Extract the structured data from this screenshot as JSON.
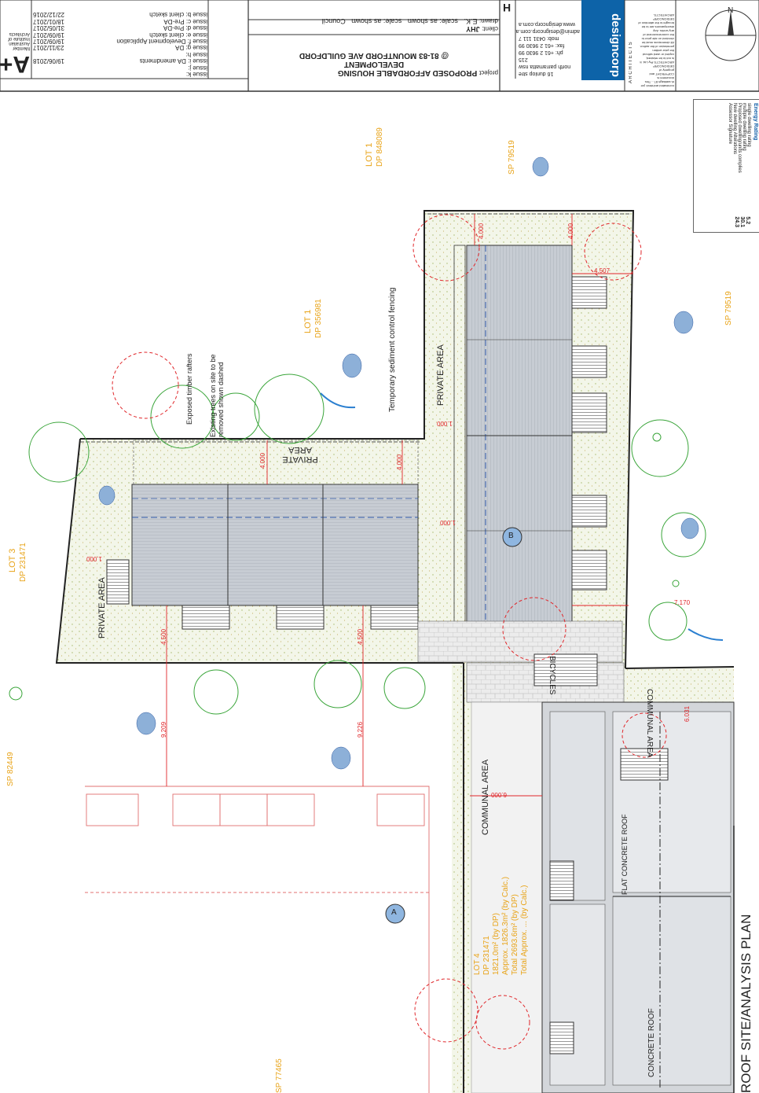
{
  "titleblock": {
    "issues": [
      {
        "code": "issue k:",
        "text": "",
        "date": ""
      },
      {
        "code": "issue j:",
        "text": "",
        "date": ""
      },
      {
        "code": "issue i:",
        "text": "DA amendments",
        "date": "19/06/2018"
      },
      {
        "code": "issue h:",
        "text": "",
        "date": ""
      },
      {
        "code": "issue g:",
        "text": "DA",
        "date": "23/11/2017"
      },
      {
        "code": "issue f:",
        "text": "Development Application",
        "date": "19/09/2017"
      },
      {
        "code": "issue e:",
        "text": "client sketch",
        "date": "19/09/2017"
      },
      {
        "code": "issue d:",
        "text": "Pre-DA",
        "date": "31/05/2017"
      },
      {
        "code": "issue c:",
        "text": "Pre-DA",
        "date": "18/01/2017"
      },
      {
        "code": "issue b:",
        "text": "client sketch",
        "date": "22/12/2016"
      }
    ],
    "project_label": "project",
    "project_line1": "PROPOSED AFFORDABLE HOUSING",
    "project_line2": "DEVELOPMENT",
    "project_line3": "@ 81-83 MOUNTFORD AVE GUILDFORD",
    "client_label": "client:",
    "client": "JHY",
    "drawn_label": "drawn:",
    "drawn": "E.K.",
    "scale_label": "scale:",
    "scale": "as shown",
    "council": "Council",
    "drawing_code": "H",
    "firm_address": [
      "16 dunlop stre",
      "north parramatta nsw 215",
      "ph: +61 2 9630 99",
      "fax: +61 2 9630 99",
      "mob: 0431 111 7",
      "admin@designcorp.com.a",
      "www.designcorp.com.a"
    ],
    "firm_name": "designcorp",
    "firm_sub": "A R C H I T E C T S",
    "copyright": "nominated architect: joe el-sabbagh 87... This document is COPYRIGHT and property of DESIGNCORP ARCHITECTS Pty Ltd. It is not to be retained, copied or used without the prior written permission of the author. All dimensions must be checked on site prior to the commencement of any works. Any discrepancies are to be brought to the attention of DESIGNCORP ARCHITECTS.",
    "aia_logo": "A+",
    "aia_text": [
      "Member",
      "Australian",
      "Institute of",
      "Architects"
    ]
  },
  "energy": {
    "title": "Energy Rating",
    "rows": [
      "single dwelling rating",
      "multiple dwelling rating",
      "Proposed dwelling/units complies",
      "New dwelling",
      "Alterations",
      "Assessor",
      "Signature"
    ],
    "vals": [
      "5.2",
      "30.1",
      "24.3"
    ]
  },
  "labels": {
    "lot1_top": "LOT 1",
    "dp_top": "DP 848089",
    "sp79519_top": "SP 79519",
    "sp79519_right": "SP 79519",
    "lot1_mid": "LOT 1",
    "dp_mid": "DP 356981",
    "lot3": "LOT 3",
    "dp231471": "DP 231471",
    "sp82449": "SP 82449",
    "sp77465": "SP 77465",
    "exposed": "Exposed timber rafters",
    "existing_trees": "Existing trees on site to be removed shown dashed",
    "fencing": "Temporary sediment control fencing",
    "private_area_1": "PRIVATE AREA",
    "private_area_2": "PRIVATE AREA",
    "private_area_3": "PRIVATE AREA",
    "bicycles": "BICYCLES",
    "communal_1": "COMMUNAL AREA",
    "communal_2": "COMMUNAL AREA",
    "flat_concrete": "FLAT CONCRETE ROOF",
    "concrete_roof": "CONCRETE ROOF",
    "plan_title": "ROOF SITE/ANALYSIS PLAN",
    "lot_block": "LOT 4\nDP 231471\n1821.0m² (by DP)\nApprox. 1826.3m² (by Calc.)\nTotal 2693.6m² (by DP)\nTotal Approx. ... (by Calc.)",
    "bldg_a": "A",
    "bldg_b": "B"
  },
  "dims": [
    "4.000",
    "4.000",
    "4.000",
    "4.000",
    "4.500",
    "4.500",
    "4.507",
    "7.170",
    "9.209",
    "9.226",
    "6.000",
    "6.031",
    "1.000",
    "1.000",
    "1.000"
  ],
  "north": "N"
}
